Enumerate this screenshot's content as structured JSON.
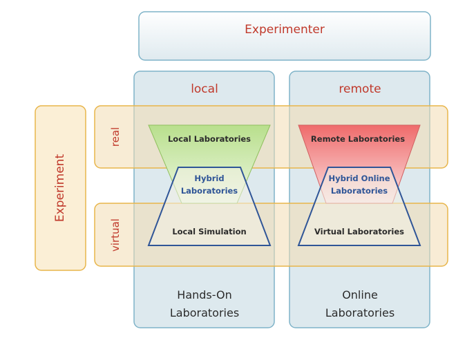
{
  "header": {
    "title": "Experimenter"
  },
  "columns": {
    "local": {
      "label": "local",
      "footer_line1": "Hands-On",
      "footer_line2": "Laboratories"
    },
    "remote": {
      "label": "remote",
      "footer_line1": "Online",
      "footer_line2": "Laboratories"
    }
  },
  "rows": {
    "group_label": "Experiment",
    "real": {
      "label": "real"
    },
    "virtual": {
      "label": "virtual"
    }
  },
  "shapes": {
    "local_labs": "Local Laboratories",
    "hybrid_labs_line1": "Hybrid",
    "hybrid_labs_line2": "Laboratories",
    "local_simulation": "Local Simulation",
    "remote_labs": "Remote Laboratories",
    "hybrid_online_line1": "Hybrid Online",
    "hybrid_online_line2": "Laboratories",
    "virtual_labs": "Virtual Laboratories"
  },
  "colors": {
    "column_fill": "#dde9ee",
    "column_stroke": "#7fb3c8",
    "row_fill": "#f3ddb2",
    "row_stroke": "#e8b54a",
    "accent_red": "#c0392b",
    "green_fill": "#c6e6a2",
    "red_fill": "#f07a7a",
    "trapezoid_stroke": "#2f5597"
  }
}
